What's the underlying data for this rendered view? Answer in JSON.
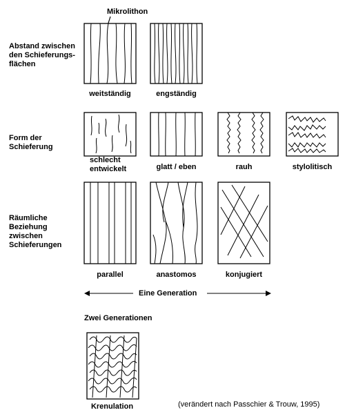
{
  "callout": "Mikrolithon",
  "rows": [
    {
      "label": "Abstand zwischen\nden Schieferungs-\nflächen",
      "captions": [
        "weitständig",
        "engständig"
      ]
    },
    {
      "label": "Form der\nSchieferung",
      "captions": [
        "schlecht\nentwickelt",
        "glatt / eben",
        "rauh",
        "stylolitisch"
      ]
    },
    {
      "label": "Räumliche\nBeziehung\nzwischen\nSchieferungen",
      "captions": [
        "parallel",
        "anastomos",
        "konjugiert"
      ]
    }
  ],
  "generation_one": "Eine Generation",
  "generation_two": "Zwei Generationen",
  "crenulation": "Krenulation",
  "source": "(verändert nach Passchier & Trouw, 1995)"
}
